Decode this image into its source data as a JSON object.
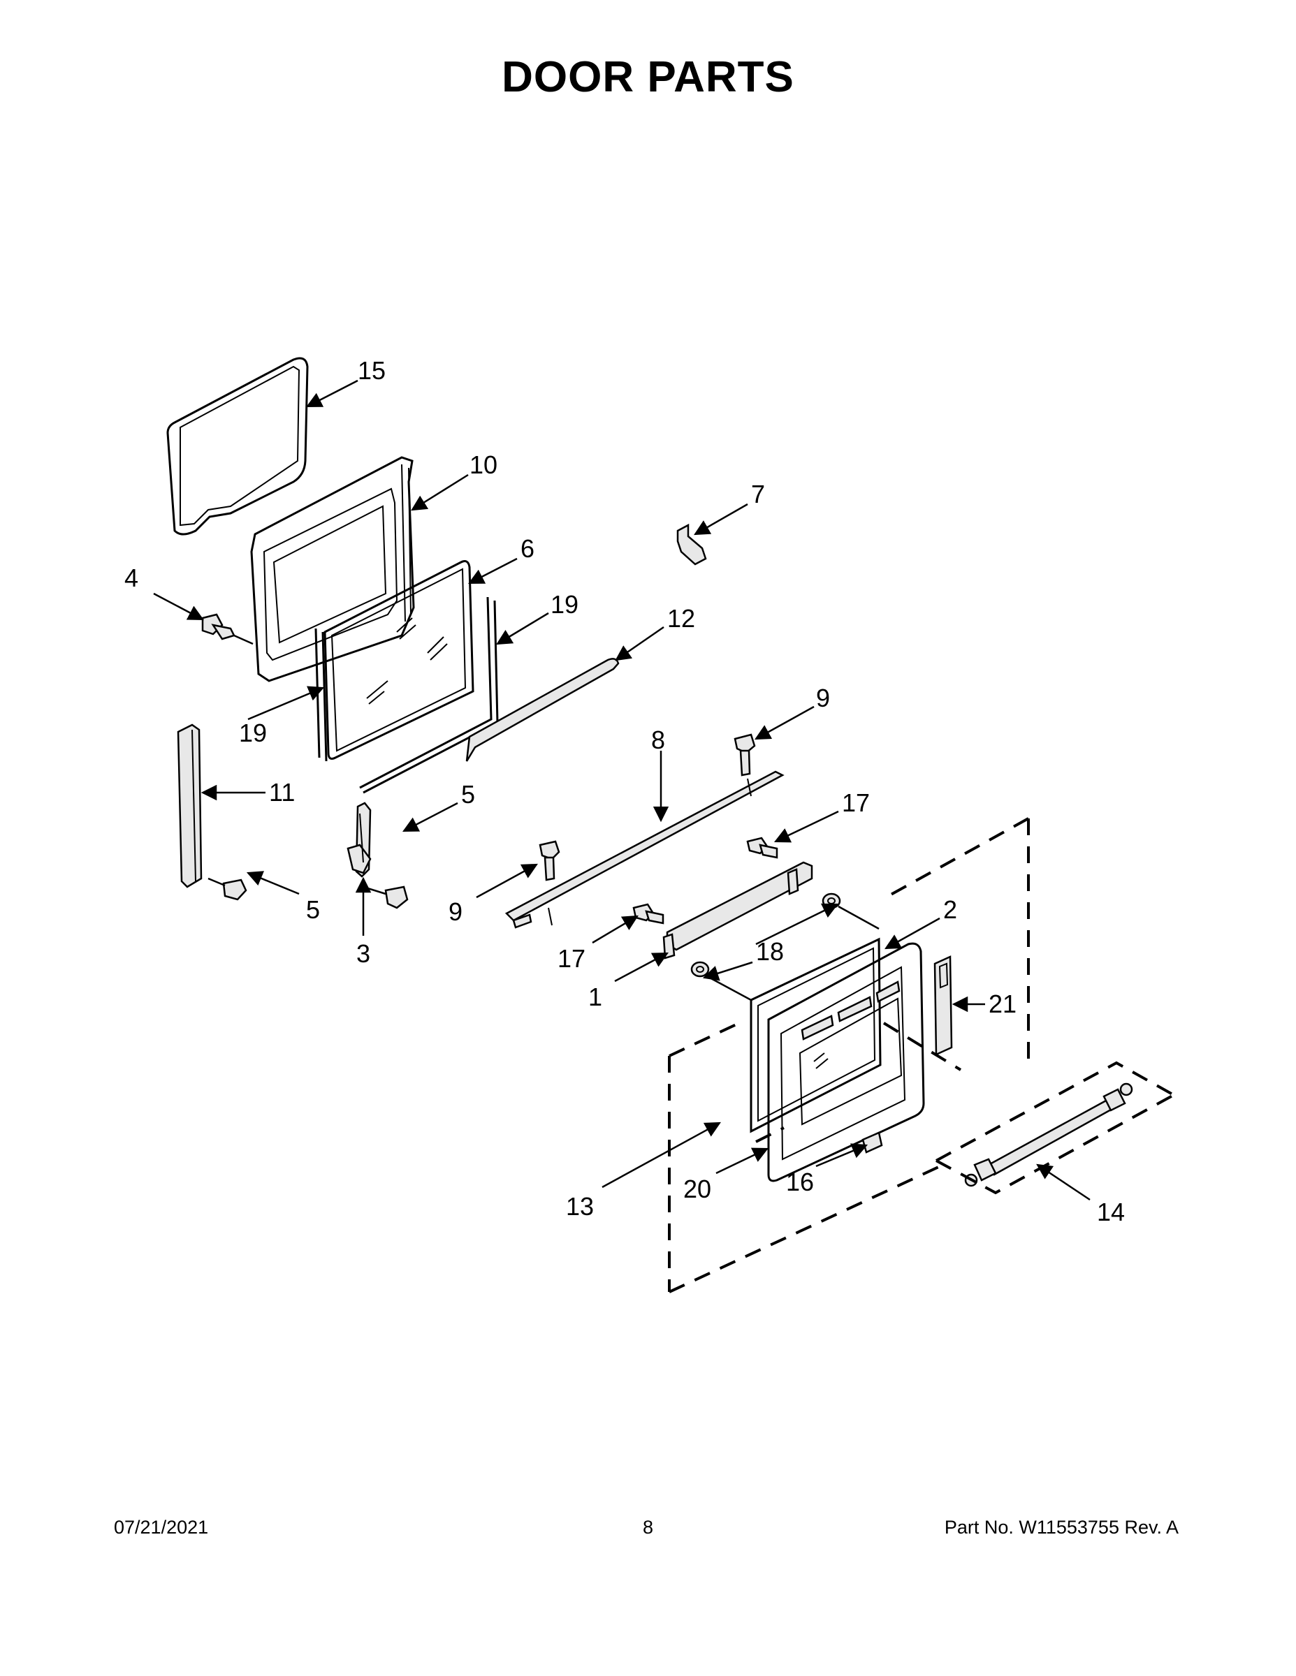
{
  "title": "DOOR PARTS",
  "footer": {
    "date": "07/21/2021",
    "page": "8",
    "part_no": "Part No.  W11553755  Rev.  A"
  },
  "callouts": [
    "15",
    "10",
    "7",
    "6",
    "4",
    "19",
    "12",
    "19",
    "9",
    "8",
    "11",
    "5",
    "17",
    "5",
    "9",
    "3",
    "2",
    "18",
    "17",
    "1",
    "21",
    "13",
    "20",
    "16",
    "14"
  ]
}
